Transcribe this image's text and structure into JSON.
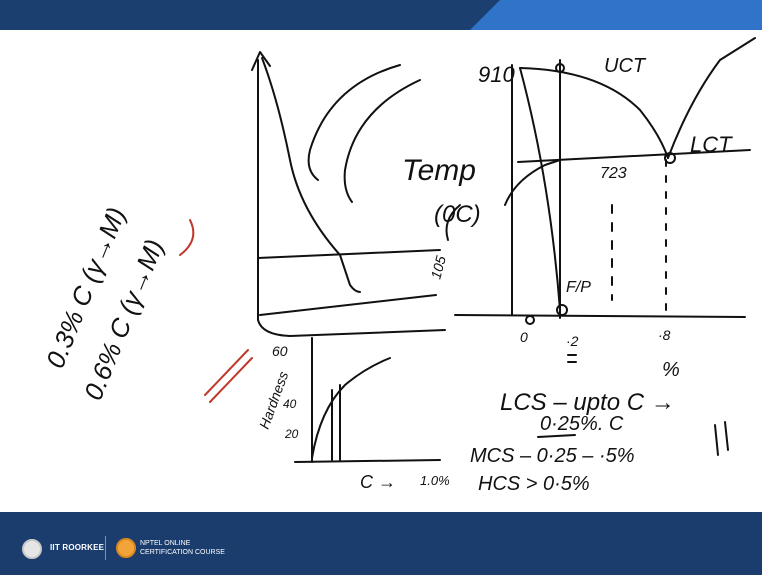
{
  "colors": {
    "ink_black": "#111111",
    "ink_red": "#c0392b",
    "header_dark": "#1b3f6e",
    "header_light": "#2f74c9",
    "footer_bg": "#1a3d6e"
  },
  "board": {
    "hardness_label": "Hardness",
    "hardness_ticks": [
      "60",
      "40",
      "20"
    ],
    "hardness_xlabel": "C →",
    "hardness_xmax": "1.0%",
    "ttt_temp_105": "105",
    "temp_label": "Temp",
    "temp_unit": "(0C)",
    "composition_1": "0.3% C (γ→M)",
    "composition_2": "0.6% C (γ→M)",
    "phase_910": "910",
    "phase_ucl": "UCT",
    "phase_lct": "LCT",
    "phase_723": "723",
    "phase_fp": "F/P",
    "phase_x_0": "0",
    "phase_x_02": "·2",
    "phase_x_08": "·8",
    "phase_x_unit": "%",
    "lcs_line": "LCS – upto C →",
    "lcs_value": "0·25%. C",
    "mcs_line": "MCS – 0·25 – ·5%",
    "hcs_line": "HCS > 0·5%"
  },
  "footer": {
    "institute": "IIT ROORKEE",
    "course_line1": "NPTEL ONLINE",
    "course_line2": "CERTIFICATION COURSE"
  }
}
